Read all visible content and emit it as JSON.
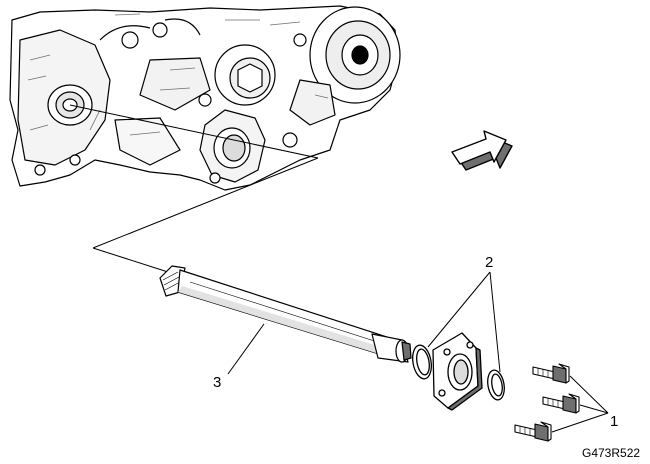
{
  "callouts": {
    "bolts": "1",
    "clips": "2",
    "shaft": "3"
  },
  "figure_id": "G473R522",
  "colors": {
    "line": "#000000",
    "shade": "#6f6f6f",
    "paper": "#ffffff"
  },
  "icons": {
    "direction": "forward-arrow-icon"
  }
}
